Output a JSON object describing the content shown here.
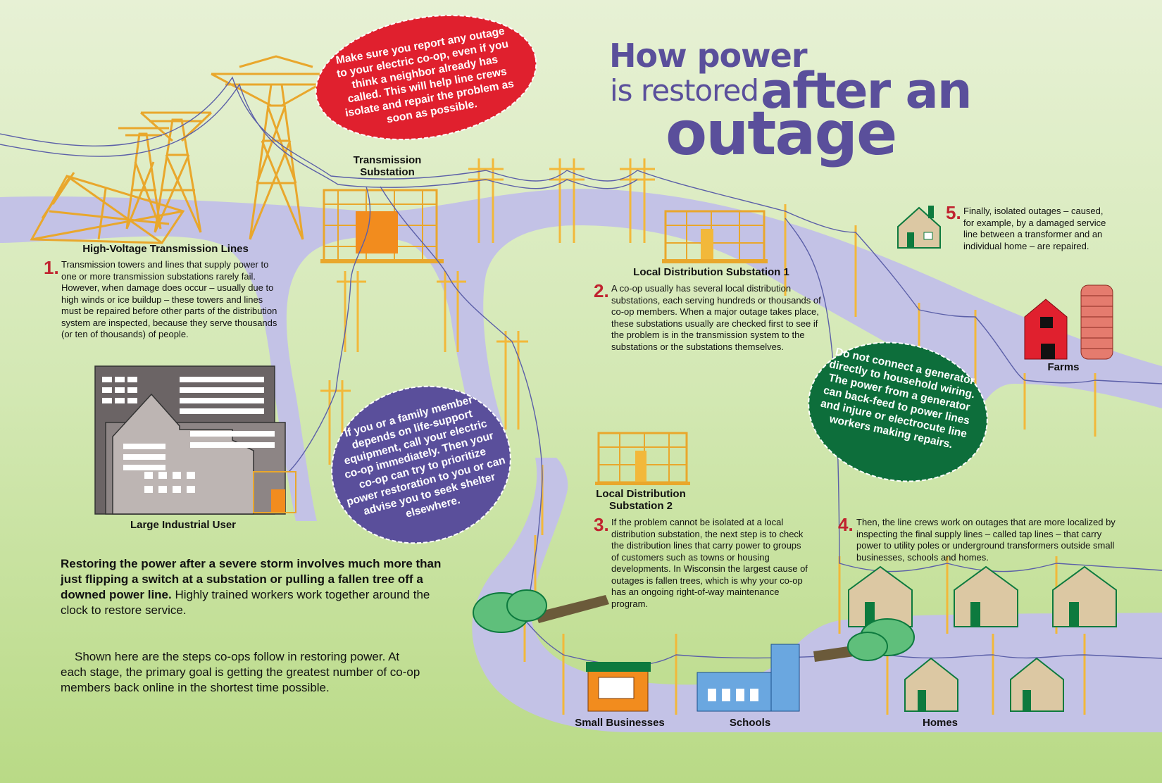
{
  "title": {
    "line1": "How power",
    "line2": "is restored",
    "line3": "after an",
    "line4": "outage"
  },
  "labels": {
    "hv_lines": "High-Voltage Transmission Lines",
    "transmission_substation_1": "Transmission",
    "transmission_substation_2": "Substation",
    "local_sub1": "Local Distribution Substation 1",
    "local_sub2_1": "Local Distribution",
    "local_sub2_2": "Substation 2",
    "large_industrial": "Large Industrial User",
    "farms": "Farms",
    "small_businesses": "Small Businesses",
    "schools": "Schools",
    "homes": "Homes"
  },
  "steps": [
    {
      "number": "1.",
      "text": "Transmission towers and lines that supply power to one or more transmission substations rarely fail. However, when damage does occur – usually due to high winds or ice buildup – these towers and lines must be repaired before other parts of the distribution system are inspected, because they serve thousands (or ten of thousands) of people."
    },
    {
      "number": "2.",
      "text": "A co-op usually has several local distribution substations, each serving hundreds or thousands of co-op members. When a major outage takes place, these substations usually are checked first to see if the problem is in the transmission system to the substations or the substations themselves."
    },
    {
      "number": "3.",
      "text": "If the problem cannot be isolated at a local distribution substation, the next step is to check the distribution lines that carry power to groups of customers such as towns or housing developments. In Wisconsin the largest cause of outages is fallen trees, which is why your co-op has an ongoing right-of-way maintenance program."
    },
    {
      "number": "4.",
      "text": "Then, the line crews work on outages that are more localized by inspecting the final supply lines – called tap lines – that carry power to utility poles or underground transformers outside small businesses, schools and homes."
    },
    {
      "number": "5.",
      "text": "Finally, isolated outages – caused, for example, by a damaged service line between a transformer and an individual home – are repaired."
    }
  ],
  "badges": {
    "red": "Make sure you report any outage to your electric co-op, even if you think a neighbor already has called. This will help line crews isolate and repair the problem as soon as possible.",
    "purple": "If you or a family member depends on life-support equipment, call your electric co-op immediately. Then your co-op can try to prioritize power restoration to you or can advise you to seek shelter elsewhere.",
    "green": "Do not connect a generator directly to household wiring. The power from a generator can back-feed to power lines and injure or electrocute line workers making repairs."
  },
  "intro": {
    "bold": "Restoring the power after a severe storm involves much more than just flipping a switch at a substation or pulling a fallen tree off a downed power line.",
    "normal": " Highly trained workers work together around the clock to restore service.",
    "second": "Shown here are the steps co-ops follow in restoring power. At each stage, the primary goal is getting the greatest number of co-op members back online in the shortest time possible."
  },
  "colors": {
    "road": "#c3c2e6",
    "tower": "#f2b83a",
    "red_badge": "#e0202e",
    "purple_badge": "#5a4f9b",
    "green_badge": "#0d6e3b",
    "title": "#5a4f9b",
    "step_number": "#c0232f"
  }
}
